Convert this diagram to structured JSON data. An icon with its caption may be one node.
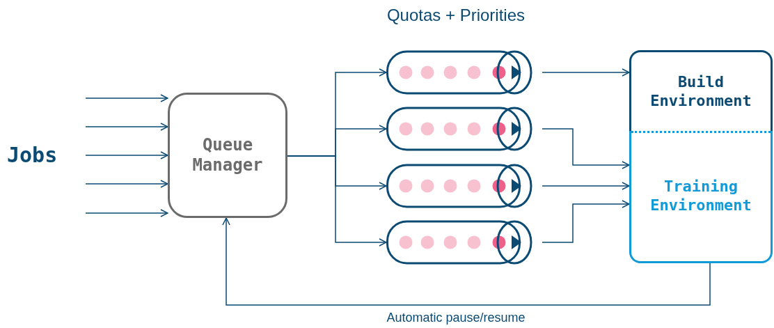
{
  "diagram": {
    "title": "Quotas + Priorities",
    "nodes": [
      {
        "text": [
          "Queue Manager"
        ]
      },
      {
        "text": [],
        "shape": "cylinder"
      },
      {
        "text": [],
        "shape": "cylinder"
      },
      {
        "text": [],
        "shape": "cylinder"
      },
      {
        "text": [],
        "shape": "cylinder"
      },
      {
        "text": [
          "Build Environment"
        ]
      },
      {
        "text": [
          "Training Environment"
        ]
      }
    ],
    "edges": [
      {
        "from": null,
        "to": 0,
        "arrow": "to"
      },
      {
        "from": null,
        "to": 0,
        "arrow": "to"
      },
      {
        "from": null,
        "to": 0,
        "arrow": "to"
      },
      {
        "from": null,
        "to": 0,
        "arrow": "to"
      },
      {
        "from": null,
        "to": 0,
        "arrow": "to"
      },
      {
        "from": 0,
        "to": 1,
        "arrow": "to"
      },
      {
        "from": 0,
        "to": 2,
        "arrow": "to"
      },
      {
        "from": 0,
        "to": 3,
        "arrow": "to"
      },
      {
        "from": 0,
        "to": 4,
        "arrow": "to"
      },
      {
        "from": 1,
        "to": 5,
        "arrow": "to"
      },
      {
        "from": 2,
        "to": 6,
        "arrow": "to"
      },
      {
        "from": 3,
        "to": 6,
        "arrow": "to"
      },
      {
        "from": 4,
        "to": 6,
        "arrow": "to"
      },
      {
        "from": 6,
        "to": 0,
        "arrow": "to",
        "label": "Automatic pause/resume"
      }
    ],
    "labels": [
      "Jobs"
    ]
  }
}
